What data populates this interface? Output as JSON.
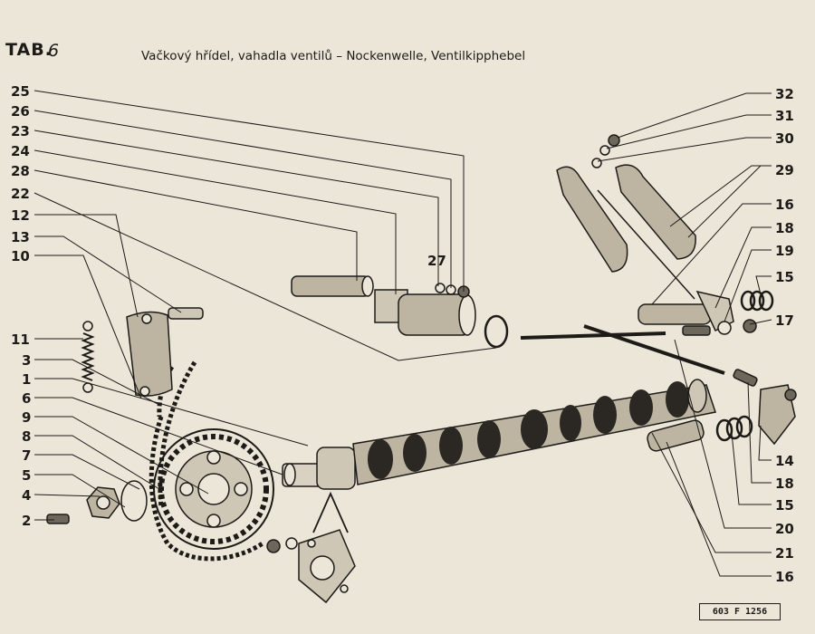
{
  "header": {
    "tab_label": "TAB.",
    "tab_number": "6",
    "title": "Vačkový hřídel, vahadla ventilů – Nockenwelle, Ventilkipphebel"
  },
  "callouts": {
    "left": [
      "25",
      "26",
      "23",
      "24",
      "28",
      "22",
      "12",
      "13",
      "10",
      "11",
      "3",
      "1",
      "6",
      "9",
      "8",
      "7",
      "5",
      "4",
      "2"
    ],
    "right": [
      "32",
      "31",
      "30",
      "29",
      "16",
      "18",
      "19",
      "15",
      "17",
      "14",
      "18",
      "15",
      "20",
      "21",
      "16"
    ],
    "mid": [
      "27"
    ]
  },
  "stamp": "603 F 1256",
  "colors": {
    "paper": "#ece6d8",
    "ink": "#1d1b18"
  }
}
